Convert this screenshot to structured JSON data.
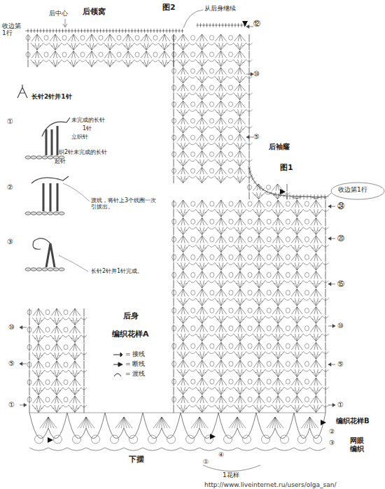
{
  "diagram": {
    "labels": [
      "后中心",
      "后领窝",
      "图2",
      "从后身继续",
      "收边第1行",
      "⑫",
      "⑩",
      "⑤",
      "后袖窿",
      "图1",
      "长针2针并1针",
      "①",
      "未完成的长针",
      "1针",
      "立织针",
      "织2针未完成的长针",
      "起针",
      "②",
      "渡线，将针上3个线圈一次引拔出。",
      "③",
      "长针2针并1针完成。",
      "收边第1行",
      "㉔",
      "⑳",
      "⑮",
      "⑩",
      "⑤",
      "后身",
      "编织花样A",
      "⑩",
      "⑤",
      "①",
      "①",
      "编织花样B",
      "②",
      "③",
      "网眼编织",
      "下摆",
      "④",
      "①",
      "1花样",
      "http://www.liveinternet.ru/users/olga_san/"
    ],
    "legend": [
      {
        "text": "= 接线"
      },
      {
        "text": "= 断线"
      },
      {
        "text": "= 渡线"
      }
    ]
  }
}
